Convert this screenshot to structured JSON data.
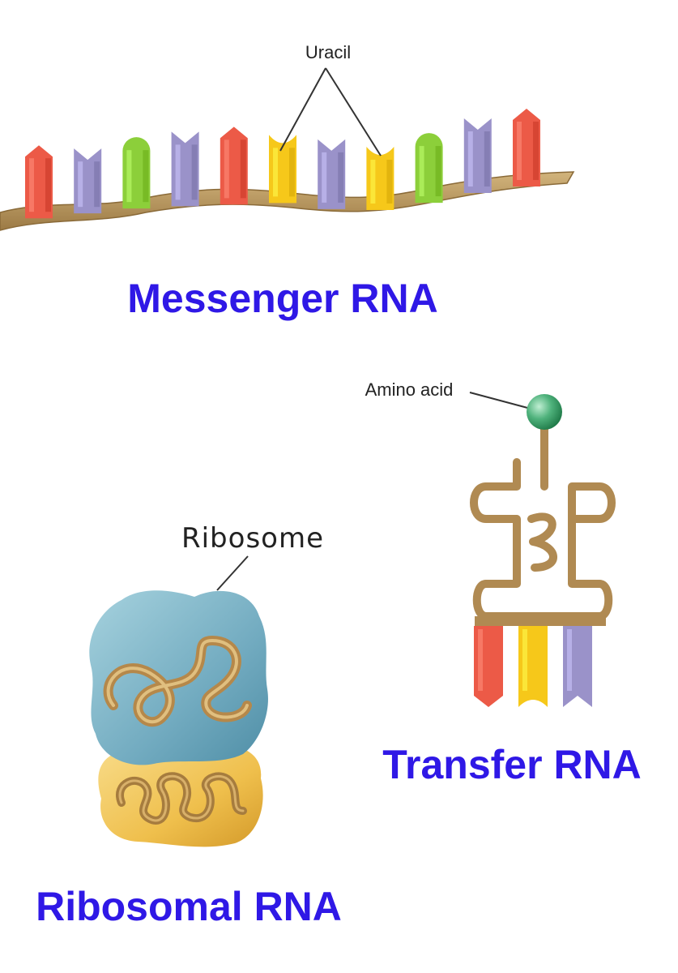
{
  "labels": {
    "uracil": "Uracil",
    "amino_acid": "Amino acid",
    "ribosome": "Ribosome"
  },
  "titles": {
    "messenger": "Messenger RNA",
    "transfer": "Transfer RNA",
    "ribosomal": "Ribosomal RNA"
  },
  "colors": {
    "title_blue": "#2f18e6",
    "backbone": "#b9955e",
    "red_base": "#ec5a47",
    "purple_base": "#9a92c9",
    "green_base": "#8ccf3a",
    "yellow_base": "#f6c81a",
    "ribosome_large": "#7fb6c8",
    "ribosome_small": "#f2c65a",
    "amino_acid": "#4fb27c"
  },
  "mrna_bases": [
    "red",
    "purple",
    "green",
    "purple",
    "red",
    "yellow",
    "purple",
    "yellow",
    "green",
    "purple",
    "red"
  ],
  "trna_bases": [
    "red",
    "yellow",
    "purple"
  ]
}
